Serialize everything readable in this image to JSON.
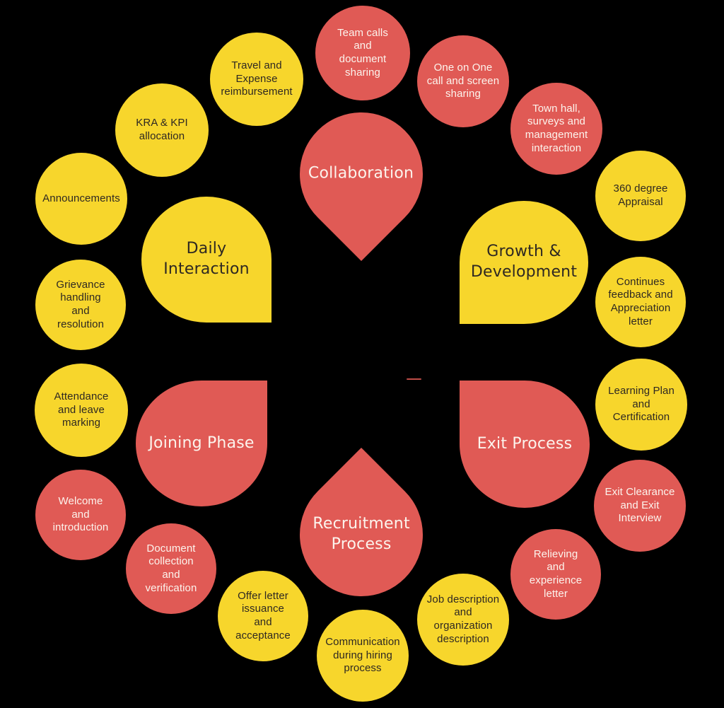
{
  "colors": {
    "bg": "#000000",
    "red": "#E05A55",
    "yellow": "#F7D62C",
    "dark": "#2E2822",
    "light": "#FCF4ED"
  },
  "petals": [
    {
      "id": "collaboration",
      "label": "Collaboration",
      "color": "red"
    },
    {
      "id": "growth-development",
      "label": "Growth &\nDevelopment",
      "color": "yellow"
    },
    {
      "id": "daily-interaction",
      "label": "Daily\nInteraction",
      "color": "yellow"
    },
    {
      "id": "joining-phase",
      "label": "Joining Phase",
      "color": "red"
    },
    {
      "id": "exit-process",
      "label": "Exit Process",
      "color": "red"
    },
    {
      "id": "recruitment-process",
      "label": "Recruitment\nProcess",
      "color": "red"
    }
  ],
  "circles": [
    {
      "id": "team-calls",
      "label": "Team calls\nand\ndocument\nsharing",
      "color": "red"
    },
    {
      "id": "one-on-one",
      "label": "One on One\ncall and screen\nsharing",
      "color": "red"
    },
    {
      "id": "town-hall",
      "label": "Town hall,\nsurveys and\nmanagement\ninteraction",
      "color": "red"
    },
    {
      "id": "360-appraisal",
      "label": "360 degree\nAppraisal",
      "color": "yellow"
    },
    {
      "id": "continues-feedback",
      "label": "Continues\nfeedback and\nAppreciation\nletter",
      "color": "yellow"
    },
    {
      "id": "learning-plan",
      "label": "Learning Plan\nand\nCertification",
      "color": "yellow"
    },
    {
      "id": "exit-clearance",
      "label": "Exit Clearance\nand Exit\nInterview",
      "color": "red"
    },
    {
      "id": "relieving-letter",
      "label": "Relieving\nand\nexperience\nletter",
      "color": "red"
    },
    {
      "id": "job-description",
      "label": "Job description\nand\norganization\ndescription",
      "color": "yellow"
    },
    {
      "id": "hiring-communication",
      "label": "Communication\nduring hiring\nprocess",
      "color": "yellow"
    },
    {
      "id": "offer-letter",
      "label": "Offer letter\nissuance\nand\nacceptance",
      "color": "yellow"
    },
    {
      "id": "document-verification",
      "label": "Document\ncollection\nand\nverification",
      "color": "red"
    },
    {
      "id": "welcome-introduction",
      "label": "Welcome\nand\nintroduction",
      "color": "red"
    },
    {
      "id": "attendance-leave",
      "label": "Attendance\nand leave\nmarking",
      "color": "yellow"
    },
    {
      "id": "grievance-handling",
      "label": "Grievance\nhandling\nand\nresolution",
      "color": "yellow"
    },
    {
      "id": "announcements",
      "label": "Announcements",
      "color": "yellow"
    },
    {
      "id": "kra-kpi",
      "label": "KRA & KPI\nallocation",
      "color": "yellow"
    },
    {
      "id": "travel-expense",
      "label": "Travel and\nExpense\nreimbursement",
      "color": "yellow"
    }
  ]
}
